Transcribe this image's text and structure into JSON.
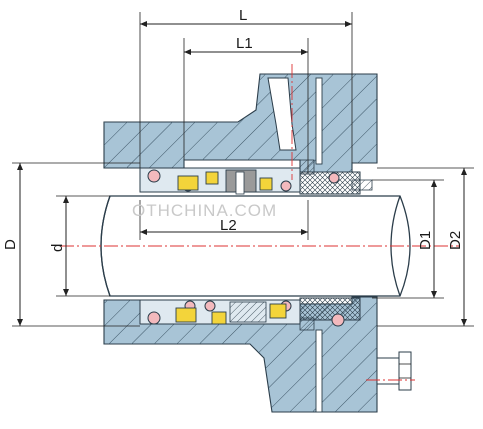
{
  "labels": {
    "L": "L",
    "L1": "L1",
    "L2": "L2",
    "D": "D",
    "d": "d",
    "D1": "D1",
    "D2": "D2"
  },
  "watermark": "OTHCHINA.COM",
  "colors": {
    "body": "#a8c4d6",
    "o_ring": "#f3b9bd",
    "spring_parts": "#f3d43a",
    "centerline": "#d33333"
  }
}
